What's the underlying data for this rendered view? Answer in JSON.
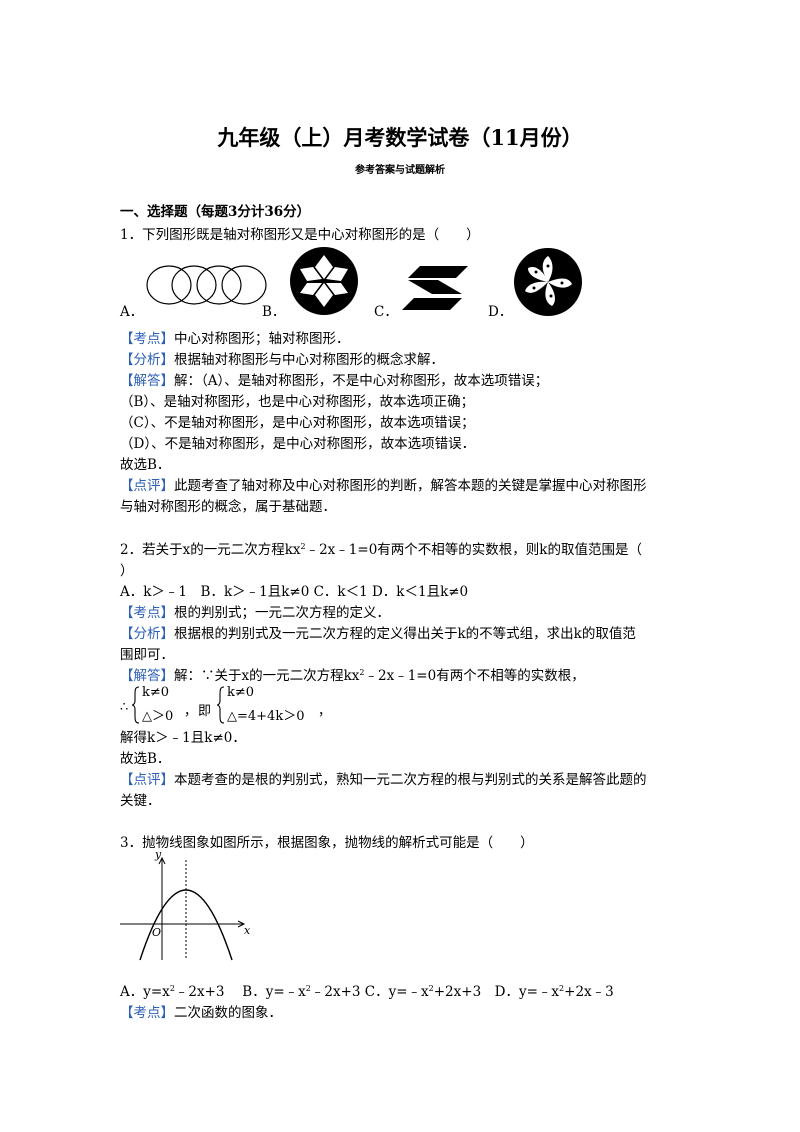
{
  "header": {
    "title": "九年级（上）月考数学试卷（11月份）",
    "subtitle": "参考答案与试题解析"
  },
  "section1": {
    "heading": "一、选择题（每题3分计36分）"
  },
  "q1": {
    "stem": "1．下列图形既是轴对称图形又是中心对称图形的是（　　）",
    "options": [
      "A．",
      "B．",
      "C．",
      "D．"
    ],
    "kaodian_tag": "【考点】",
    "kaodian": "中心对称图形；轴对称图形．",
    "fenxi_tag": "【分析】",
    "fenxi": "根据轴对称图形与中心对称图形的概念求解．",
    "jieda_tag": "【解答】",
    "jieda": "解：（A）、是轴对称图形，不是中心对称图形，故本选项错误；",
    "line_b": "（B）、是轴对称图形，也是中心对称图形，故本选项正确；",
    "line_c": "（C）、不是轴对称图形，是中心对称图形，故本选项错误；",
    "line_d": "（D）、不是轴对称图形，是中心对称图形，故本选项错误．",
    "choose": "故选B．",
    "dianping_tag": "【点评】",
    "dianping1": "此题考查了轴对称及中心对称图形的判断，解答本题的关键是掌握中心对称图形",
    "dianping2": "与轴对称图形的概念，属于基础题．"
  },
  "q2": {
    "stem_a": "2．若关于x的一元二次方程kx",
    "stem_sup": "2",
    "stem_b": "﹣2x﹣1=0有两个不相等的实数根，则k的取值范围是（",
    "stem_close": "）",
    "options": "A．k＞﹣1　B．k＞﹣1且k≠0 C．k＜1 D．k＜1且k≠0",
    "kaodian_tag": "【考点】",
    "kaodian": "根的判别式；一元二次方程的定义．",
    "fenxi_tag": "【分析】",
    "fenxi1": "根据根的判别式及一元二次方程的定义得出关于k的不等式组，求出k的取值范",
    "fenxi2": "围即可．",
    "jieda_tag": "【解答】",
    "jieda_a": "解：∵关于x的一元二次方程kx",
    "jieda_sup": "2",
    "jieda_b": "﹣2x﹣1=0有两个不相等的实数根，",
    "therefore": "∴",
    "sys1_top": "k≠0",
    "sys1_bottom": "△＞0",
    "comma1": "，",
    "ji": "即",
    "sys2_top": "k≠0",
    "sys2_bottom": "△=4+4k＞0",
    "comma2": "，",
    "result": "解得k＞﹣1且k≠0．",
    "choose": "故选B．",
    "dianping_tag": "【点评】",
    "dianping1": "本题考查的是根的判别式，熟知一元二次方程的根与判别式的关系是解答此题的",
    "dianping2": "关键．"
  },
  "q3": {
    "stem": "3．抛物线图象如图所示，根据图象，抛物线的解析式可能是（　　）",
    "graph": {
      "y_label": "y",
      "x_label": "x",
      "origin_label": "O"
    },
    "opt_a": "A．y=x",
    "opt_a_sup": "2",
    "opt_a_rest": "﹣2x+3　 B．y=﹣x",
    "opt_b_sup": "2",
    "opt_b_rest": "﹣2x+3 C．y=﹣x",
    "opt_c_sup": "2",
    "opt_c_rest": "+2x+3　D．y=﹣x",
    "opt_d_sup": "2",
    "opt_d_rest": "+2x﹣3",
    "kaodian_tag": "【考点】",
    "kaodian": "二次函数的图象．"
  }
}
